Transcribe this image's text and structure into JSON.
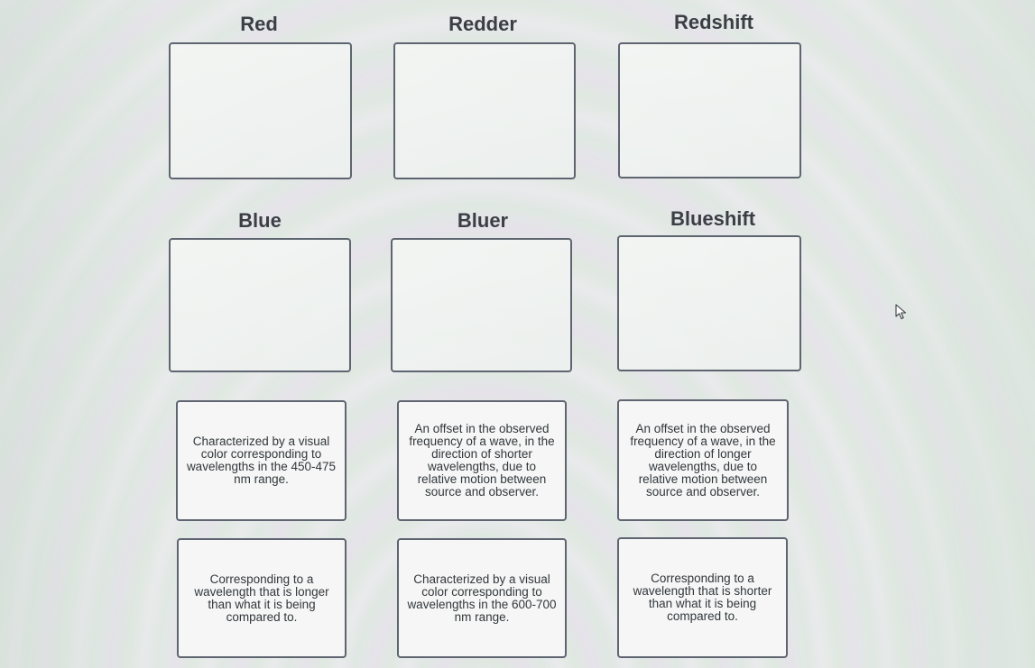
{
  "headings": {
    "red": "Red",
    "redder": "Redder",
    "redshift": "Redshift",
    "blue": "Blue",
    "bluer": "Bluer",
    "blueshift": "Blueshift"
  },
  "cards": {
    "blue_visual": "Characterized by a visual\ncolor corresponding to\nwavelengths in the 450-475\nnm range.",
    "shorter_offset": "An offset in the observed\nfrequency of a wave, in the\ndirection of shorter\nwavelengths, due to\nrelative motion between\nsource and observer.",
    "longer_offset": "An offset in the observed\nfrequency of a wave, in the\ndirection of longer\nwavelengths, due to\nrelative motion between\nsource and observer.",
    "longer_wavelength": "Corresponding to a\nwavelength that is longer\nthan what it is being\ncompared to.",
    "red_visual": "Characterized by a visual\ncolor corresponding to\nwavelengths in the 600-700\nnm range.",
    "shorter_wavelength": "Corresponding to a\nwavelength that is shorter\nthan what it is being\ncompared to."
  },
  "icons": {
    "cursor": "mouse-pointer-icon"
  }
}
